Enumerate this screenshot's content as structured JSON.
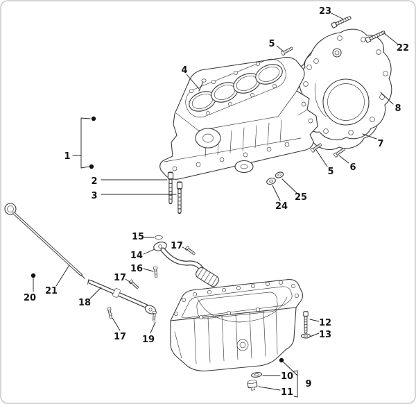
{
  "figure": {
    "kind": "exploded-parts-diagram",
    "subject": "Engine cylinder block, rear cover, oil sump, dipstick and fasteners",
    "background_color": "#ffffff",
    "line_color": "#3a3a3a",
    "callout_color": "#151515"
  },
  "callouts": {
    "c1": "1",
    "c2": "2",
    "c3": "3",
    "c4": "4",
    "c5a": "5",
    "c5b": "5",
    "c6": "6",
    "c7": "7",
    "c8": "8",
    "c9": "9",
    "c10": "10",
    "c11": "11",
    "c12": "12",
    "c13": "13",
    "c14": "14",
    "c15": "15",
    "c16": "16",
    "c17a": "17",
    "c17b": "17",
    "c17c": "17",
    "c18": "18",
    "c19": "19",
    "c20": "20",
    "c21": "21",
    "c22": "22",
    "c23": "23",
    "c24": "24",
    "c25": "25"
  }
}
